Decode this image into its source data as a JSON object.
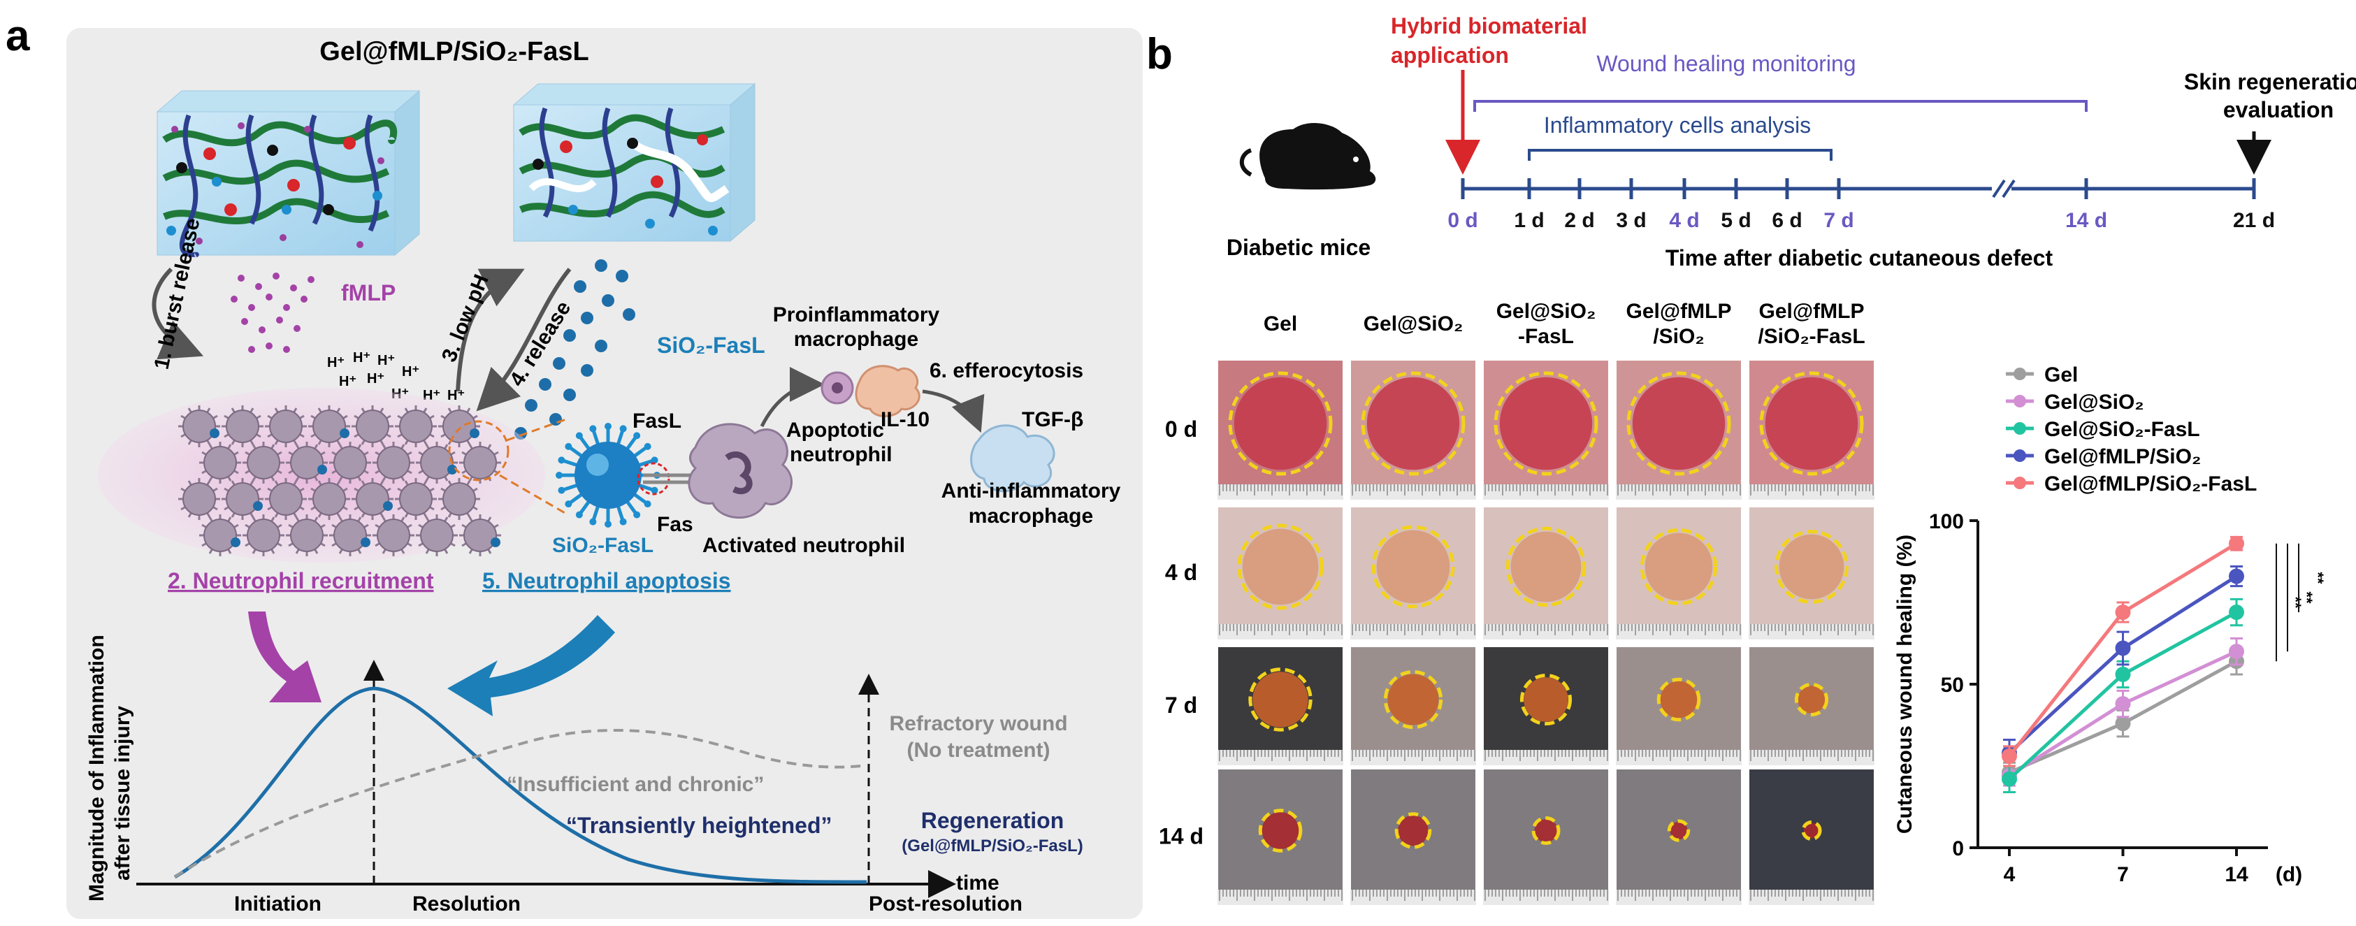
{
  "panel_a": {
    "letter": "a",
    "title": "Gel@fMLP/SiO₂-FasL",
    "label_fmlp": "fMLP",
    "step1": "1. burst release",
    "step3": "3. low pH",
    "step4": "4. release",
    "label_sio2_fasl_particles": "SiO₂-FasL",
    "proinflammatory": [
      "Proinflammatory",
      "macrophage"
    ],
    "step6": "6. efferocytosis",
    "il10": "IL-10",
    "tgfb": "TGF-β",
    "apoptotic": [
      "Apoptotic",
      "neutrophil"
    ],
    "anti_inflammatory": [
      "Anti-inflammatory",
      "macrophage"
    ],
    "fasl": "FasL",
    "fas": "Fas",
    "sio2_fasl_nano": "SiO₂-FasL",
    "activated": "Activated neutrophil",
    "hplus": "H⁺",
    "step2": "2. Neutrophil recruitment",
    "step5": "5. Neutrophil apoptosis",
    "ylabel": [
      "Magnitude of Inflammation",
      "after tissue injury"
    ],
    "xlabel": "time",
    "phase_initiation": "Initiation",
    "phase_resolution": "Resolution",
    "phase_post": "Post-resolution",
    "refractory": [
      "Refractory wound",
      "(No treatment)"
    ],
    "insufficient": "“Insufficient and chronic”",
    "transient": "“Transiently heightened”",
    "regeneration": [
      "Regeneration",
      "(Gel@fMLP/SiO₂-FasL)"
    ]
  },
  "panel_b": {
    "letter": "b",
    "hybrid": [
      "Hybrid biomaterial",
      "application"
    ],
    "monitoring": "Wound healing monitoring",
    "inflam_analysis": "Inflammatory cells analysis",
    "skin_regen": [
      "Skin regeneration",
      "evaluation"
    ],
    "mice": "Diabetic mice",
    "days": [
      "0 d",
      "1 d",
      "2 d",
      "3 d",
      "4 d",
      "5 d",
      "6 d",
      "7 d",
      "14 d",
      "21 d"
    ],
    "time_axis": "Time after diabetic cutaneous defect",
    "columns": [
      [
        "Gel"
      ],
      [
        "Gel@SiO₂"
      ],
      [
        "Gel@SiO₂",
        "-FasL"
      ],
      [
        "Gel@fMLP",
        "/SiO₂"
      ],
      [
        "Gel@fMLP",
        "/SiO₂-FasL"
      ]
    ],
    "rows": [
      "0 d",
      "4 d",
      "7 d",
      "14 d"
    ],
    "wound_fraction_remaining": [
      [
        1.0,
        1.0,
        1.0,
        1.0,
        1.0
      ],
      [
        0.82,
        0.79,
        0.76,
        0.73,
        0.7
      ],
      [
        0.6,
        0.55,
        0.48,
        0.4,
        0.3
      ],
      [
        0.4,
        0.33,
        0.25,
        0.19,
        0.12
      ]
    ]
  },
  "colors": {
    "red": "#d8262a",
    "navy": "#2b4a8d",
    "purple_label": "#a442a8",
    "teal_label": "#1c7fb8",
    "dashed_yellow": "#f2d21c",
    "gray": "#9a9a9a",
    "series": [
      "#9e9e9e",
      "#d28fd4",
      "#21c4a0",
      "#4a55c0",
      "#f4787c"
    ]
  },
  "chart_data": {
    "type": "line",
    "x": [
      4,
      7,
      14
    ],
    "xticks": [
      "4",
      "7",
      "14"
    ],
    "xunit": "(d)",
    "ylabel": "Cutaneous wound healing (%)",
    "ylim": [
      0,
      100
    ],
    "yticks": [
      0,
      50,
      100
    ],
    "significance": [
      "**",
      "**",
      "**"
    ],
    "series": [
      {
        "name": "Gel",
        "values": [
          23,
          38,
          57
        ],
        "err": [
          3,
          4,
          4
        ]
      },
      {
        "name": "Gel@SiO₂",
        "values": [
          22,
          44,
          60
        ],
        "err": [
          3,
          4,
          4
        ]
      },
      {
        "name": "Gel@SiO₂-FasL",
        "values": [
          21,
          53,
          72
        ],
        "err": [
          4,
          4,
          4
        ]
      },
      {
        "name": "Gel@fMLP/SiO₂",
        "values": [
          29,
          61,
          83
        ],
        "err": [
          4,
          5,
          3
        ]
      },
      {
        "name": "Gel@fMLP/SiO₂-FasL",
        "values": [
          28,
          72,
          93
        ],
        "err": [
          3,
          3,
          2
        ]
      }
    ]
  }
}
